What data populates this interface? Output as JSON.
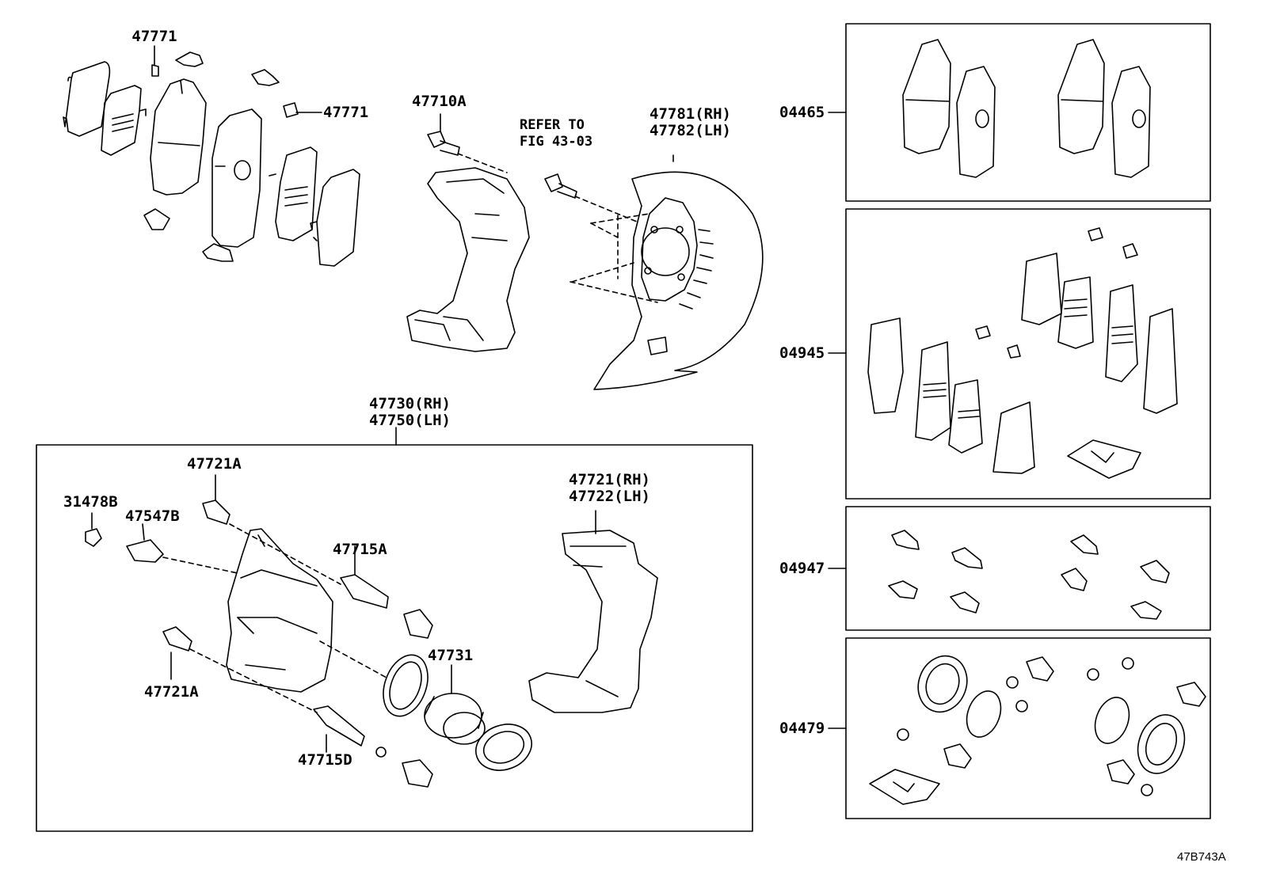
{
  "figure_code": "47B743A",
  "labels": {
    "clip_top": "47771",
    "clip_right": "47771",
    "bolt_mount": "47710A",
    "refer_fig": "REFER TO\nFIG 43-03",
    "dust_cover": "47781(RH)\n47782(LH)",
    "caliper_assy": "47730(RH)\n47750(LH)",
    "bolt_upper": "47721A",
    "cap": "31478B",
    "bleeder": "47547B",
    "pin_upper": "47715A",
    "bolt_lower": "47721A",
    "pin_lower": "47715D",
    "piston": "47731",
    "mounting": "47721(RH)\n47722(LH)"
  },
  "kits": [
    {
      "code": "04465"
    },
    {
      "code": "04945"
    },
    {
      "code": "04947"
    },
    {
      "code": "04479"
    }
  ]
}
